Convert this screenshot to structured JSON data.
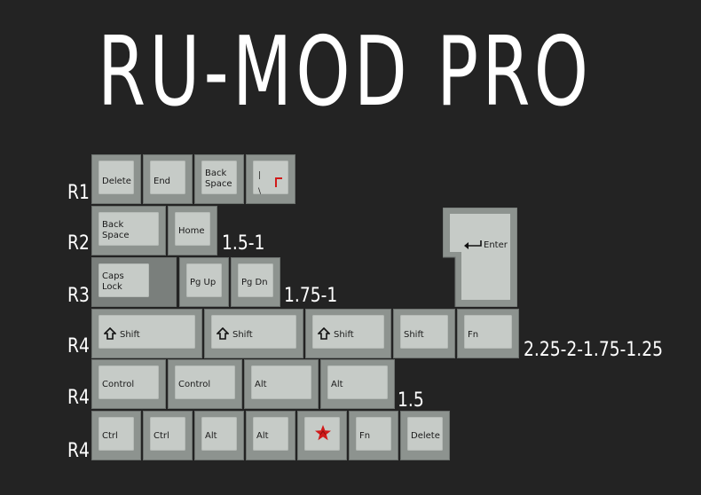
{
  "title": "RU-MOD PRO",
  "row_labels": [
    "R1",
    "R2",
    "R3",
    "R4",
    "R4",
    "R4"
  ],
  "size_labels": {
    "r2": "1.5-1",
    "r3": "1.75-1",
    "r4_shift": "2.25-2-1.75-1.25",
    "r4_control": "1.5"
  },
  "keys": {
    "r1": [
      "Delete",
      "End",
      "Back\nSpace",
      "| \\"
    ],
    "r2": [
      "Back\nSpace",
      "Home"
    ],
    "r3": [
      "Caps\nLock",
      "Pg Up",
      "Pg Dn"
    ],
    "r4_shift": [
      "Shift",
      "Shift",
      "Shift",
      "Shift",
      "Fn"
    ],
    "r4_control": [
      "Control",
      "Control",
      "Alt",
      "Alt"
    ],
    "r4_bottom": [
      "Ctrl",
      "Ctrl",
      "Alt",
      "Alt",
      "",
      "Fn",
      "Delete"
    ],
    "enter": "Enter"
  },
  "colors": {
    "background": "#232323",
    "keycap_side": "#8d938f",
    "keycap_top": "#c6cbc7",
    "accent_red": "#d01a1a"
  },
  "icons": {
    "shift": "shift-arrow-icon",
    "enter": "enter-arrow-icon",
    "star": "red-star-emblem-icon"
  }
}
